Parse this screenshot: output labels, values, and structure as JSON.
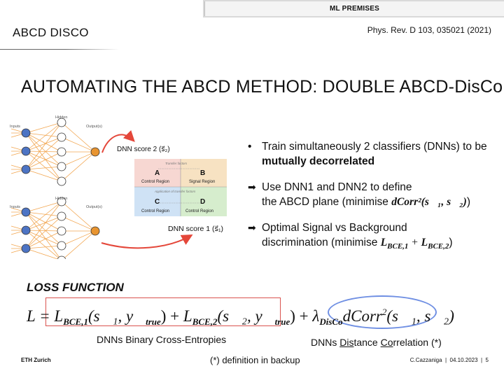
{
  "header": {
    "tab_label": "ML PREMISES",
    "section_title": "ABCD DISCO",
    "reference": "Phys. Rev. D 103, 035021 (2021)"
  },
  "title": "AUTOMATING THE ABCD METHOD: DOUBLE ABCD-DisCo",
  "figure": {
    "top_net": {
      "inputs_label": "Inputs",
      "hidden_label": "Hidden",
      "outputs_label": "Output(s)"
    },
    "bottom_net": {
      "inputs_label": "Inputs",
      "hidden_label": "Hidden",
      "outputs_label": "Output(s)"
    },
    "axis_y_label": "DNN score 2 (s⃗₂)",
    "axis_x_label": "DNN score 1 (s⃗₁)",
    "transfer_top": "Transfer factors",
    "transfer_mid": "Application of transfer factors",
    "regions": [
      {
        "letter": "A",
        "name": "Control Region"
      },
      {
        "letter": "B",
        "name": "Signal Region"
      },
      {
        "letter": "C",
        "name": "Control Region"
      },
      {
        "letter": "D",
        "name": "Control Region"
      }
    ]
  },
  "bullets": {
    "b1_marker": "•",
    "b1_text": "Train simultaneously 2 classifiers (DNNs) to be",
    "b1_bold": "mutually decorrelated",
    "b2_marker": "➡",
    "b2_line1": "Use DNN1 and DNN2 to define",
    "b2_line2_prefix": "the ABCD plane (minimise ",
    "b2_math": "dCorr²(s⃗₁, s⃗₂)",
    "b2_suffix": ")",
    "b3_marker": "➡",
    "b3_line1": "Optimal Signal vs Background",
    "b3_line2_prefix": "discrimination (minimise ",
    "b3_math_1": "L",
    "b3_math_1_sub": "BCE,1",
    "b3_plus": " + ",
    "b3_math_2": "L",
    "b3_math_2_sub": "BCE,2",
    "b3_suffix": ")"
  },
  "loss": {
    "title": "LOSS FUNCTION",
    "formula": {
      "lhs": "L = ",
      "t1": "L",
      "t1_sub": "BCE,1",
      "t1_args": "(s⃗₁, y⃗",
      "t1_args_sub": "true",
      "t1_close": ")",
      "plus1": " + ",
      "t2": "L",
      "t2_sub": "BCE,2",
      "t2_args": "(s⃗₂, y⃗",
      "t2_args_sub": "true",
      "t2_close": ")",
      "plus2": " + ",
      "lambda": "λ",
      "lambda_sub": "DisCo",
      "dcorr": "dCorr",
      "dcorr_sup": "2",
      "dcorr_args": "(s⃗₁, s⃗₂)"
    },
    "caption_left": "DNNs Binary Cross-Entropies",
    "caption_right_prefix": "DNNs ",
    "caption_right_u1": "Dis",
    "caption_right_mid1": "tance ",
    "caption_right_u2": "Co",
    "caption_right_mid2": "rrelation (*)"
  },
  "footer": {
    "institution": "ETH Zurich",
    "note": "(*) definition in backup",
    "author_date_page": "C.Cazzaniga  |  04.10.2023  |  5"
  },
  "colors": {
    "region_a": "#f7d7d2",
    "region_b": "#f7e2c2",
    "region_c": "#cfe2f5",
    "region_d": "#d6edcd",
    "arrow_red": "#e4473a",
    "node_blue": "#4d74c4",
    "node_orange": "#e89430",
    "edge_orange": "#f2a650",
    "box_red": "#d9534f",
    "ellipse_blue": "#6f8fe3"
  }
}
